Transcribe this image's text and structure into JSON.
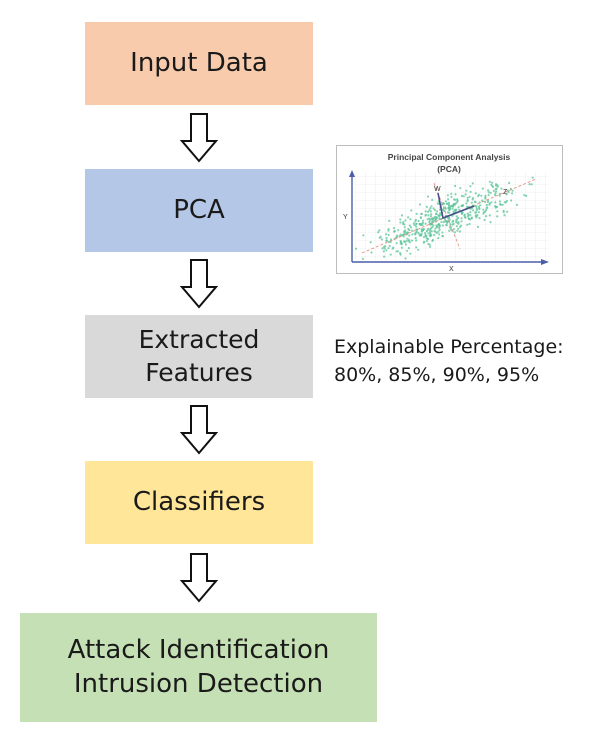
{
  "boxes": {
    "input": "Input Data",
    "pca": "PCA",
    "features": [
      "Extracted",
      "Features"
    ],
    "classifiers": "Classifiers",
    "attack": [
      "Attack Identification",
      "Intrusion Detection"
    ]
  },
  "note": {
    "line1": "Explainable Percentage:",
    "line2": "80%, 85%, 90%, 95%"
  },
  "pca_figure": {
    "title_line1": "Principal Component Analysis",
    "title_line2": "(PCA)",
    "y_axis": "Y",
    "x_axis": "X",
    "component_w": "W",
    "component_z": "Z"
  },
  "colors": {
    "input": "#f8cbad",
    "pca": "#b4c7e7",
    "features": "#d9d9d9",
    "classifiers": "#ffe699",
    "attack": "#c5e0b4",
    "scatter": "#5cc49a",
    "axis": "#4a5fa8"
  }
}
